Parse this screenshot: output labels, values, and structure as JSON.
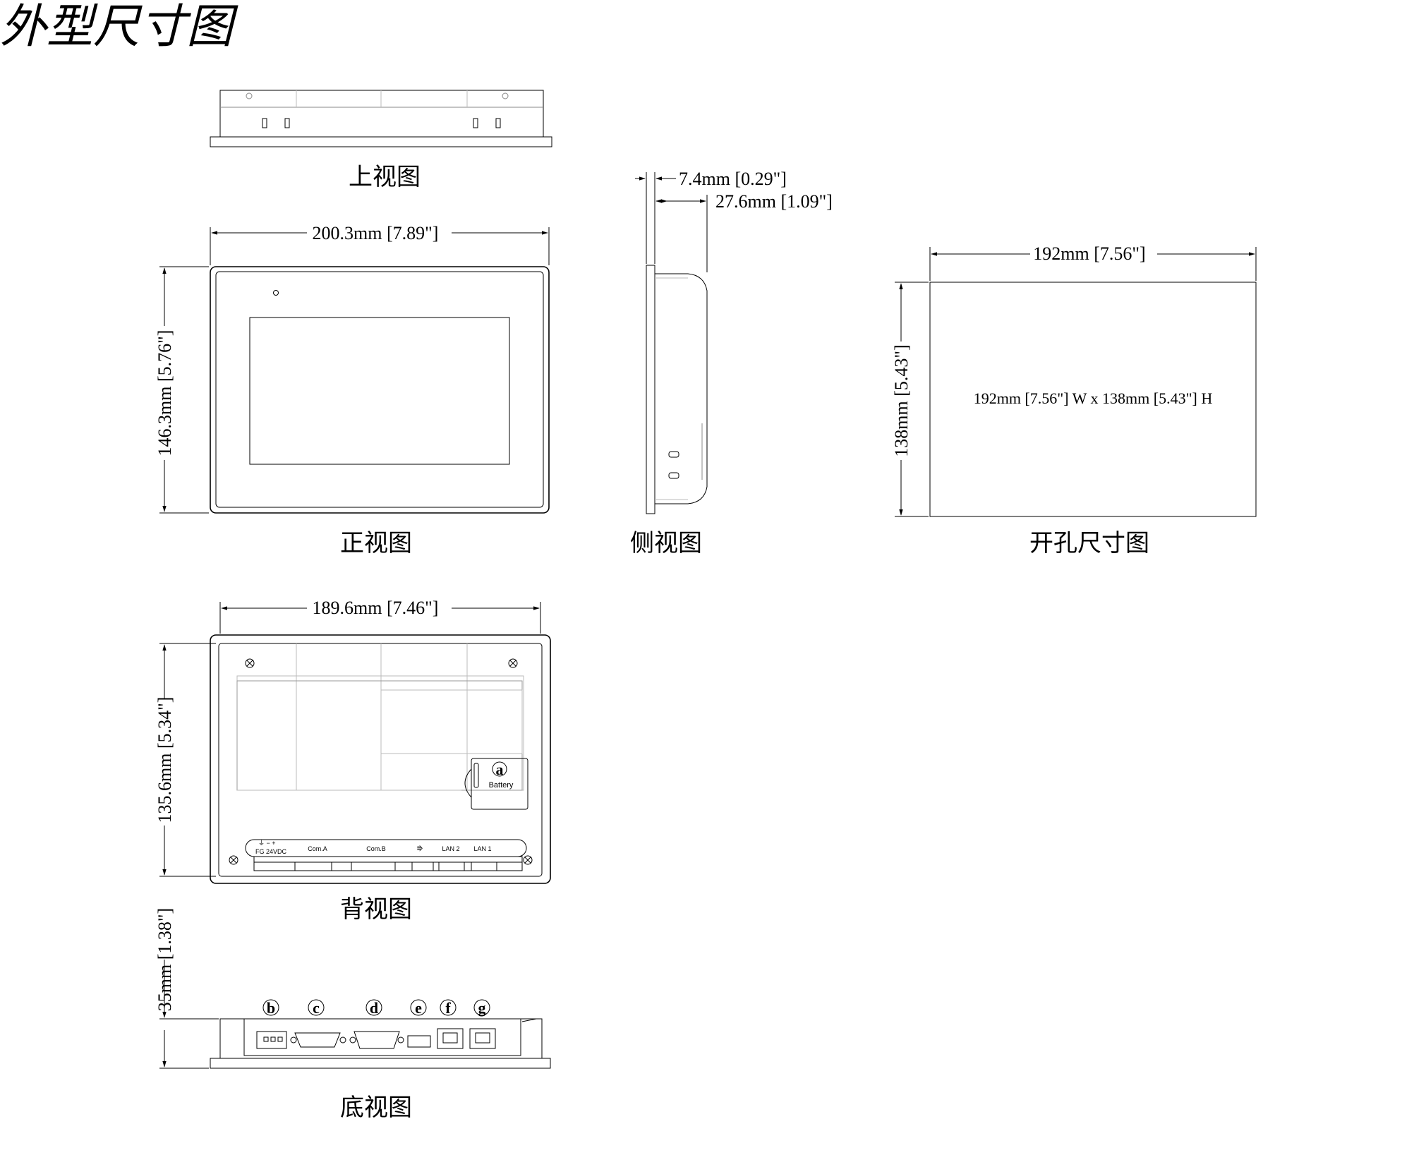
{
  "title": "外型尺寸图",
  "views": {
    "top": {
      "caption": "上视图"
    },
    "front": {
      "caption": "正视图",
      "width_label": "200.3mm [7.89\"]",
      "height_label": "146.3mm [5.76\"]"
    },
    "side": {
      "caption": "侧视图",
      "dim1_label": "7.4mm [0.29\"]",
      "dim2_label": "27.6mm [1.09\"]"
    },
    "cutout": {
      "caption": "开孔尺寸图",
      "width_label": "192mm [7.56\"]",
      "height_label": "138mm [5.43\"]",
      "inner_text": "192mm [7.56\"] W x 138mm [5.43\"] H"
    },
    "back": {
      "caption": "背视图",
      "width_label": "189.6mm [7.46\"]",
      "height_label": "135.6mm [5.34\"]",
      "battery_marker": "a",
      "battery_label": "Battery",
      "port_labels": {
        "power": "FG 24VDC",
        "power_symbols": "⏚ − +",
        "com_a": "Com.A",
        "com_b": "Com.B",
        "usb": "⭆",
        "lan2": "LAN 2",
        "lan1": "LAN 1"
      }
    },
    "bottom": {
      "caption": "底视图",
      "height_label": "35mm [1.38\"]",
      "markers": [
        "b",
        "c",
        "d",
        "e",
        "f",
        "g"
      ]
    }
  }
}
